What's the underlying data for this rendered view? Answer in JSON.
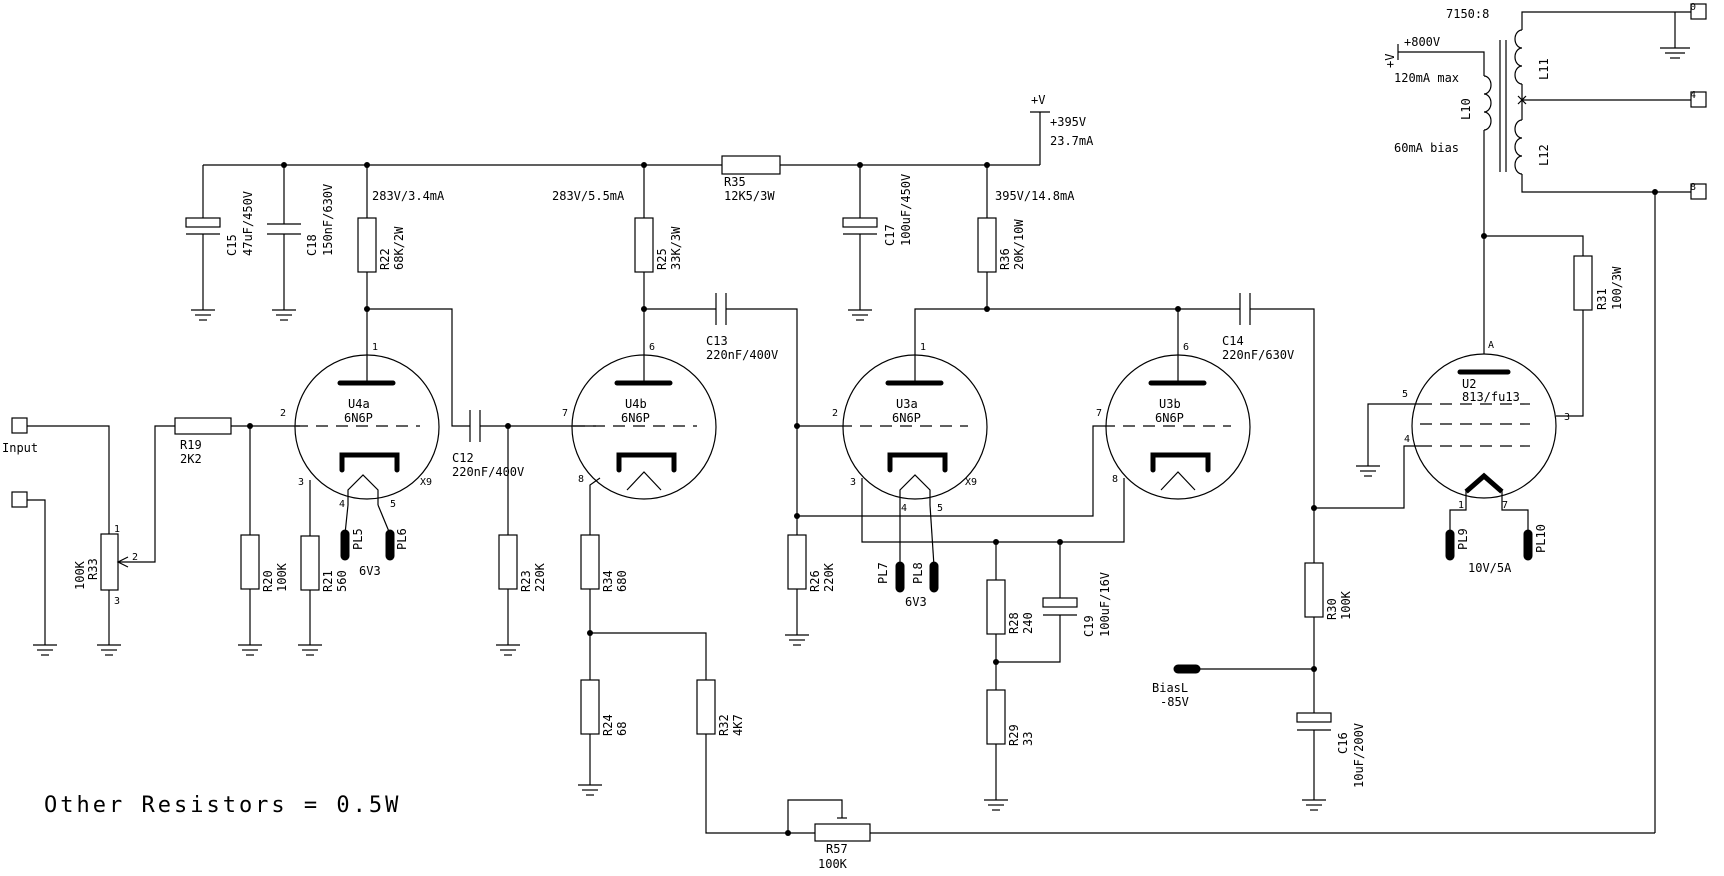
{
  "labels": {
    "input": "Input",
    "r19": "R19",
    "r19_val": "2K2",
    "r33": "R33",
    "r33_val": "100K",
    "r20": "R20",
    "r20_val": "100K",
    "r21": "R21",
    "r21_val": "560",
    "pl5": "PL5",
    "pl6": "PL6",
    "heater1": "6V3",
    "c15": "C15",
    "c15_val": "47uF/450V",
    "c18": "C18",
    "c18_val": "150nF/630V",
    "r22": "R22",
    "r22_val": "68K/2W",
    "v_u4a": "283V/3.4mA",
    "u4a": "U4a",
    "u4a_type": "6N6P",
    "c12": "C12",
    "c12_val": "220nF/400V",
    "r23": "R23",
    "r23_val": "220K",
    "u4b": "U4b",
    "u4b_type": "6N6P",
    "v_u4b": "283V/5.5mA",
    "r25": "R25",
    "r25_val": "33K/3W",
    "r34": "R34",
    "r34_val": "680",
    "r24": "R24",
    "r24_val": "68",
    "r32": "R32",
    "r32_val": "4K7",
    "r35": "R35",
    "r35_val": "12K5/3W",
    "c13": "C13",
    "c13_val": "220nF/400V",
    "c17": "C17",
    "c17_val": "100uF/450V",
    "vplus": "+V",
    "v_supply": "+395V",
    "i_supply": "23.7mA",
    "r36": "R36",
    "r36_val": "20K/10W",
    "v_u3": "395V/14.8mA",
    "u3a": "U3a",
    "u3a_type": "6N6P",
    "u3b": "U3b",
    "u3b_type": "6N6P",
    "r26": "R26",
    "r26_val": "220K",
    "pl7": "PL7",
    "pl8": "PL8",
    "heater2": "6V3",
    "r28": "R28",
    "r28_val": "240",
    "c19": "C19",
    "c19_val": "100uF/16V",
    "r29": "R29",
    "r29_val": "33",
    "c14": "C14",
    "c14_val": "220nF/630V",
    "r30": "R30",
    "r30_val": "100K",
    "bias": "BiasL",
    "bias_val": "-85V",
    "c16": "C16",
    "c16_val": "10uF/200V",
    "r57": "R57",
    "r57_val": "100K",
    "u2": "U2",
    "u2_type": "813/fu13",
    "pl9": "PL9",
    "pl10": "PL10",
    "heater3": "10V/5A",
    "r31": "R31",
    "r31_val": "100/3W",
    "vplus2": "+V",
    "v_hv": "+800V",
    "i_max": "120mA max",
    "i_bias": "60mA bias",
    "l10": "L10",
    "l11": "L11",
    "l12": "L12",
    "xfmr": "7150:8",
    "out0": "0",
    "out4": "4",
    "out8": "8",
    "note": "Other Resistors = 0.5W"
  },
  "pins": {
    "u4a_p": "1",
    "u4a_g": "2",
    "u4a_k": "3",
    "u4a_h1": "4",
    "u4a_h2": "5",
    "u4a_x": "X9",
    "u4b_p": "6",
    "u4b_g": "7",
    "u4b_k": "8",
    "u3a_p": "1",
    "u3a_g": "2",
    "u3a_k": "3",
    "u3a_h1": "4",
    "u3a_h2": "5",
    "u3a_x": "X9",
    "u3b_p": "6",
    "u3b_g": "7",
    "u3b_k": "8",
    "u2_a": "A",
    "u2_g3": "3",
    "u2_g2": "4",
    "u2_g1": "5",
    "u2_f1": "1",
    "u2_f2": "7",
    "r33_1": "1",
    "r33_2": "2",
    "r33_3": "3"
  }
}
